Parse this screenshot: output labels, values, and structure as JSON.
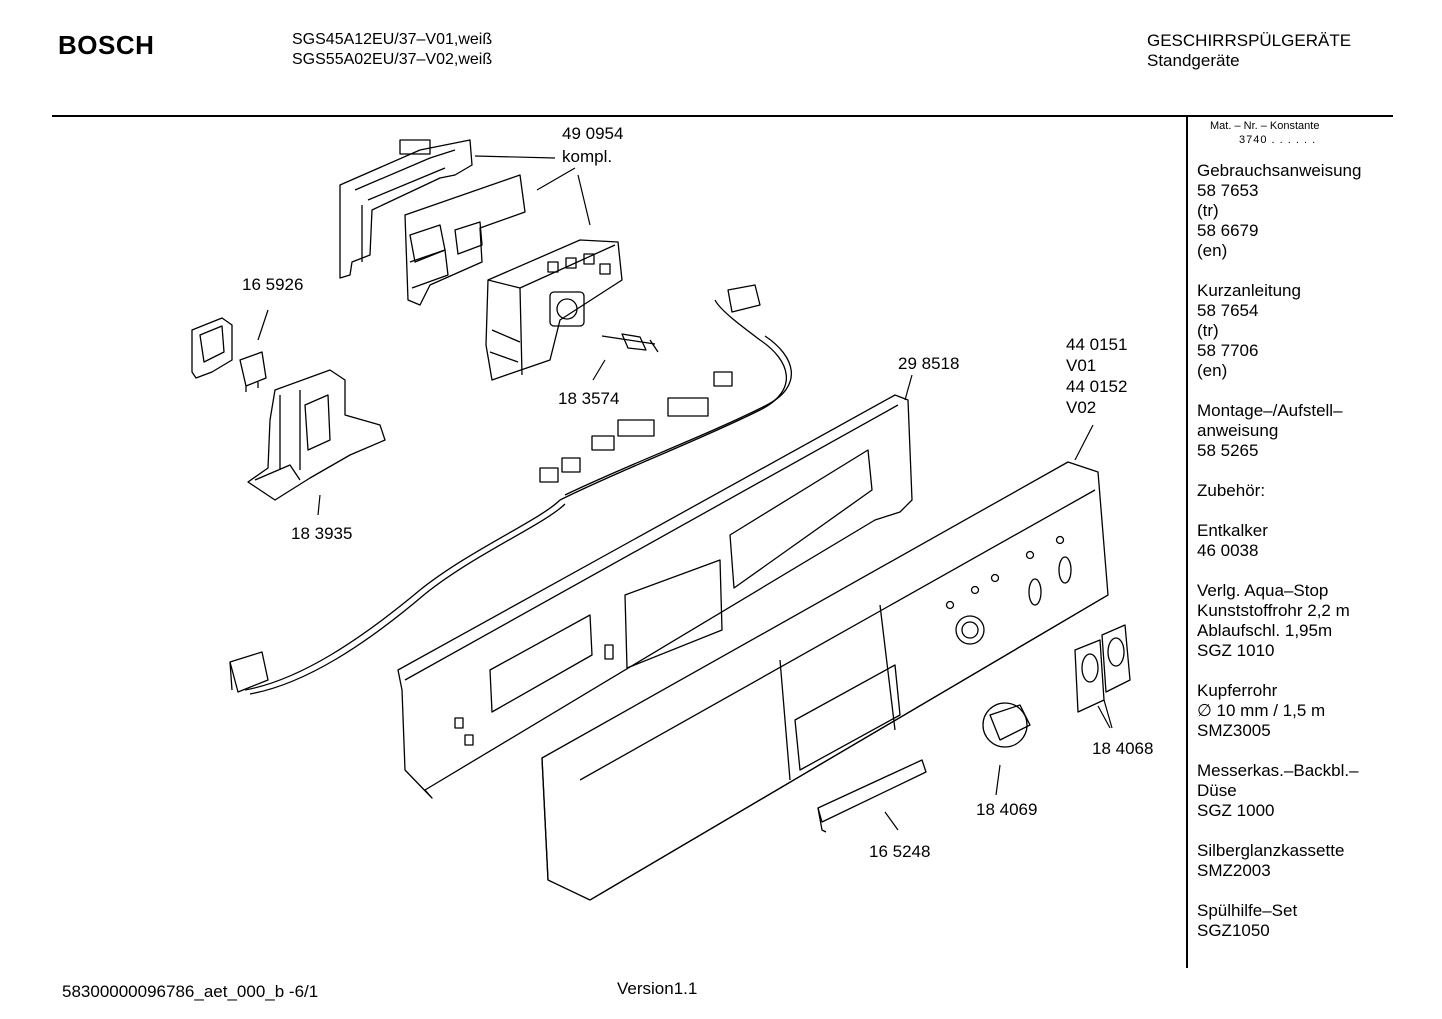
{
  "header": {
    "brand": "BOSCH",
    "models": [
      "SGS45A12EU/37–V01,weiß",
      "SGS55A02EU/37–V02,weiß"
    ],
    "category_title": "GESCHIRRSPÜLGERÄTE",
    "category_subtitle": "Standgeräte"
  },
  "sidebar": {
    "mat_header": "Mat. – Nr. – Konstante",
    "mat_number": "3740 . . . . . .",
    "groups": [
      {
        "lines": [
          "Gebrauchsanweisung",
          "58 7653",
          "(tr)",
          "58 6679",
          "(en)"
        ]
      },
      {
        "lines": [
          "Kurzanleitung",
          "58 7654",
          "(tr)",
          "58 7706",
          "(en)"
        ]
      },
      {
        "lines": [
          "Montage–/Aufstell–",
          "anweisung",
          "58 5265"
        ]
      },
      {
        "lines": [
          "Zubehör:"
        ]
      },
      {
        "lines": [
          "Entkalker",
          "46 0038"
        ]
      },
      {
        "lines": [
          "Verlg. Aqua–Stop",
          "Kunststoffrohr 2,2 m",
          "Ablaufschl. 1,95m",
          "SGZ 1010"
        ]
      },
      {
        "lines": [
          "Kupferrohr",
          "∅ 10 mm / 1,5 m",
          "SMZ3005"
        ]
      },
      {
        "lines": [
          "Messerkas.–Backbl.–",
          "Düse",
          "SGZ 1000"
        ]
      },
      {
        "lines": [
          "Silberglanzkassette",
          "SMZ2003"
        ]
      },
      {
        "lines": [
          "Spülhilfe–Set",
          "SGZ1050"
        ]
      }
    ]
  },
  "callouts": {
    "part_490954": "49 0954",
    "part_490954_note": "kompl.",
    "part_165926": "16 5926",
    "part_183574": "18 3574",
    "part_183935": "18 3935",
    "part_298518": "29 8518",
    "part_440151": "44 0151",
    "part_440151_variant": "V01",
    "part_440152": "44 0152",
    "part_440152_variant": "V02",
    "part_184068": "18 4068",
    "part_184069": "18 4069",
    "part_165248": "16 5248"
  },
  "footer": {
    "document_id": "58300000096786_aet_000_b   -6/1",
    "version": "Version1.1"
  }
}
